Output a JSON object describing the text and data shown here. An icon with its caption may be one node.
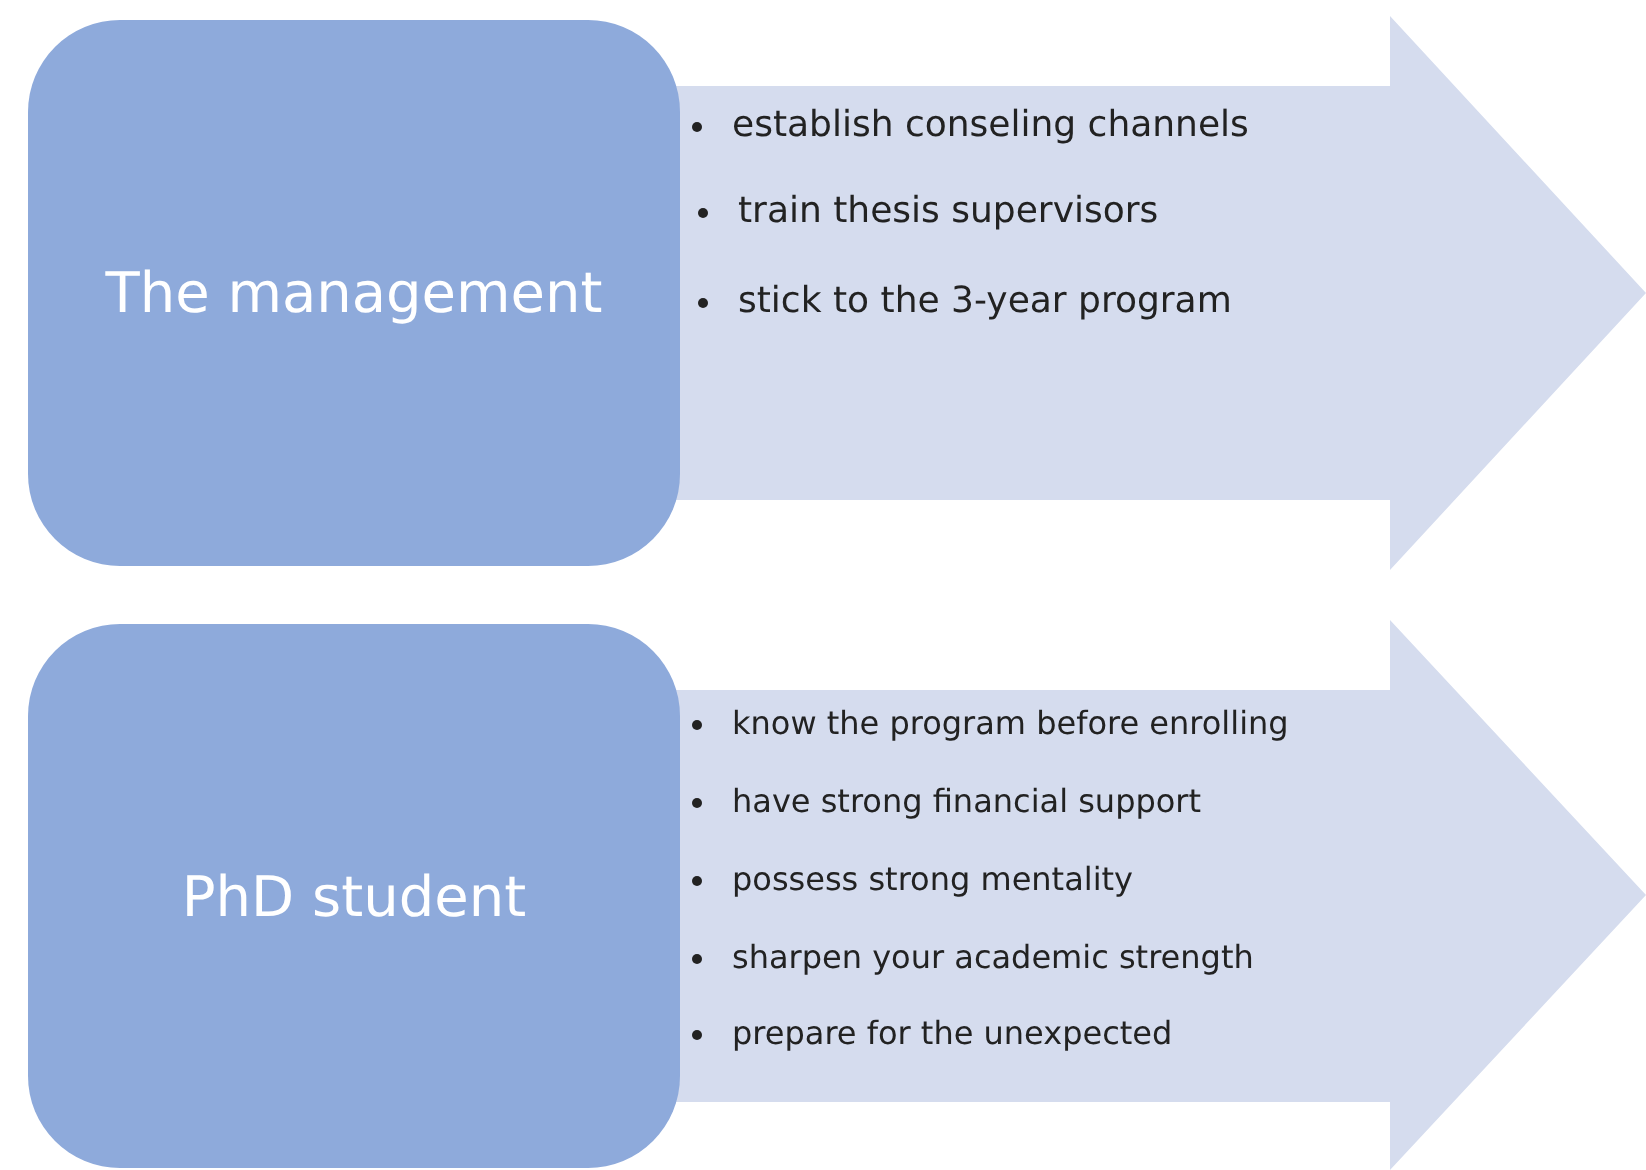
{
  "diagram": {
    "nodes": [
      {
        "text": [
          "The management"
        ]
      },
      {
        "text": [
          "establish conseling channels",
          "train thesis supervisors",
          "stick to the 3-year program"
        ]
      },
      {
        "text": [
          "PhD student"
        ]
      },
      {
        "text": [
          "know the program before enrolling",
          "have strong financial support",
          "possess strong mentality",
          "sharpen your academic strength",
          "prepare for the unexpected"
        ]
      }
    ]
  }
}
